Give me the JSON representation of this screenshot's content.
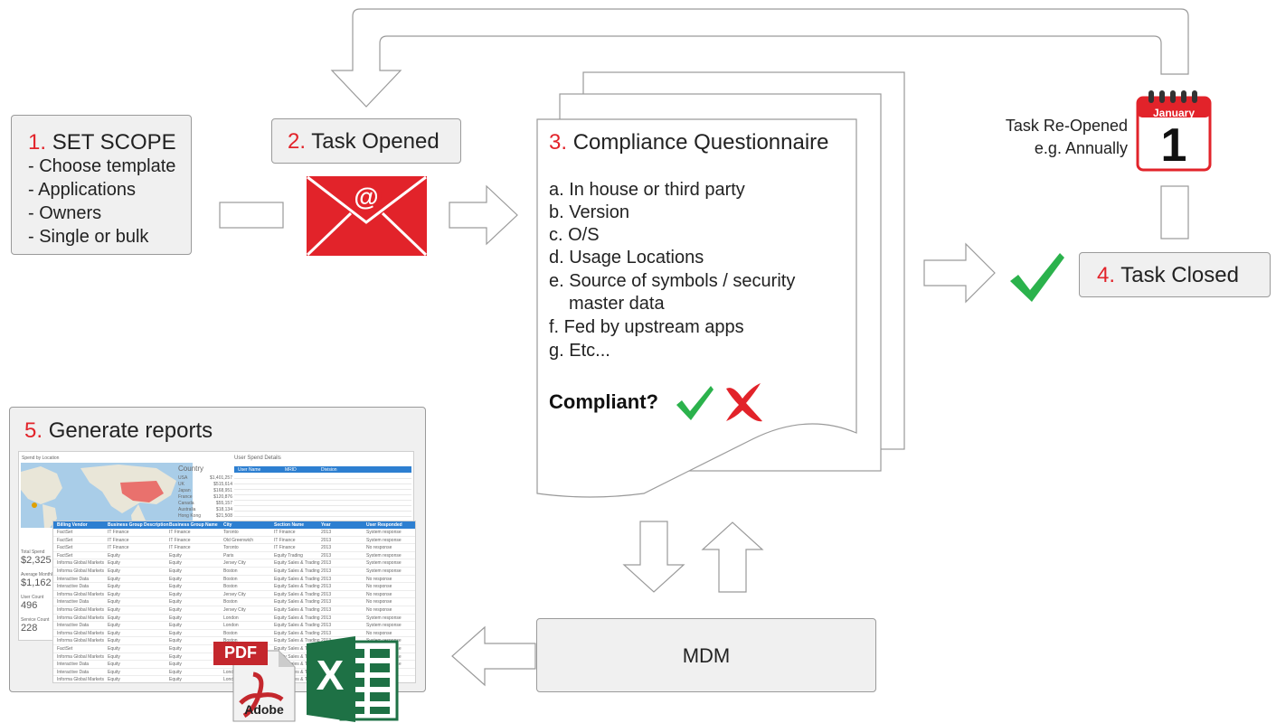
{
  "colors": {
    "accent_red": "#e2232a",
    "check_green": "#2bb24c",
    "box_fill": "#f0f0f0",
    "box_border": "#9a9a9a",
    "excel_green": "#1e7145",
    "table_header_blue": "#2d7fd1"
  },
  "step1": {
    "number": "1.",
    "title": "SET SCOPE",
    "items": [
      "- Choose template",
      "- Applications",
      "- Owners",
      "- Single or bulk"
    ]
  },
  "step2": {
    "number": "2.",
    "title": "Task Opened",
    "icon": "envelope-at-icon"
  },
  "step3": {
    "number": "3.",
    "title": "Compliance Questionnaire",
    "items": [
      "a. In house or third party",
      "b. Version",
      "c. O/S",
      "d. Usage Locations",
      "e. Source of symbols / security",
      "master data",
      "f.  Fed by upstream apps",
      "g. Etc..."
    ],
    "compliant_label": "Compliant?",
    "icons": [
      "check-icon",
      "cross-icon"
    ]
  },
  "step4": {
    "number": "4.",
    "title": "Task Closed",
    "icon": "check-icon"
  },
  "reopen": {
    "line1": "Task Re-Opened",
    "line2": "e.g. Annually",
    "calendar_month": "January",
    "calendar_day": "1"
  },
  "step5": {
    "number": "5.",
    "title": "Generate reports",
    "dashboard": {
      "map_title": "Spend by Location",
      "country_header": "Country",
      "details_title": "User Spend Details",
      "countries": [
        "USA",
        "UK",
        "Japan",
        "France",
        "Canada",
        "Australia",
        "Hong Kong"
      ],
      "country_values": [
        "$1,401,257",
        "$515,614",
        "$168,951",
        "$120,876",
        "$55,157",
        "$18,134",
        "$21,508"
      ],
      "detail_headers": [
        "User Name",
        "MRID",
        "Division"
      ],
      "metrics": [
        {
          "label": "Total Spend",
          "value": "$2,325"
        },
        {
          "label": "Average Monthly S",
          "value": "$1,162"
        },
        {
          "label": "User Count",
          "value": "496"
        },
        {
          "label": "Service Count",
          "value": "228"
        }
      ]
    },
    "table": {
      "headers": [
        "Billing Vendor",
        "Business Group Description",
        "Business Group Name",
        "City",
        "Section Name",
        "Year",
        "User Responded"
      ],
      "rows": [
        [
          "FactSet",
          "IT Finance",
          "IT Finance",
          "Toronto",
          "IT Finance",
          "2013",
          "System response"
        ],
        [
          "FactSet",
          "IT Finance",
          "IT Finance",
          "Old Greenwich",
          "IT Finance",
          "2013",
          "System response"
        ],
        [
          "FactSet",
          "IT Finance",
          "IT Finance",
          "Toronto",
          "IT Finance",
          "2013",
          "No response"
        ],
        [
          "FactSet",
          "Equity",
          "Equity",
          "Paris",
          "Equity Trading",
          "2013",
          "System response"
        ],
        [
          "Informa Global Markets",
          "Equity",
          "Equity",
          "Jersey City",
          "Equity Sales & Trading",
          "2013",
          "System response"
        ],
        [
          "Informa Global Markets",
          "Equity",
          "Equity",
          "Boston",
          "Equity Sales & Trading",
          "2013",
          "System response"
        ],
        [
          "Interactive Data",
          "Equity",
          "Equity",
          "Boston",
          "Equity Sales & Trading",
          "2013",
          "No response"
        ],
        [
          "Interactive Data",
          "Equity",
          "Equity",
          "Boston",
          "Equity Sales & Trading",
          "2013",
          "No response"
        ],
        [
          "Informa Global Markets",
          "Equity",
          "Equity",
          "Jersey City",
          "Equity Sales & Trading",
          "2013",
          "No response"
        ],
        [
          "Interactive Data",
          "Equity",
          "Equity",
          "Boston",
          "Equity Sales & Trading",
          "2013",
          "No response"
        ],
        [
          "Informa Global Markets",
          "Equity",
          "Equity",
          "Jersey City",
          "Equity Sales & Trading",
          "2013",
          "No response"
        ],
        [
          "Informa Global Markets",
          "Equity",
          "Equity",
          "London",
          "Equity Sales & Trading",
          "2013",
          "System response"
        ],
        [
          "Interactive Data",
          "Equity",
          "Equity",
          "London",
          "Equity Sales & Trading",
          "2013",
          "System response"
        ],
        [
          "Informa Global Markets",
          "Equity",
          "Equity",
          "Boston",
          "Equity Sales & Trading",
          "2013",
          "No response"
        ],
        [
          "Informa Global Markets",
          "Equity",
          "Equity",
          "Boston",
          "Equity Sales & Trading",
          "2013",
          "System response"
        ],
        [
          "FactSet",
          "Equity",
          "Equity",
          "Boston",
          "Equity Sales & Trading",
          "2013",
          "System response"
        ],
        [
          "Informa Global Markets",
          "Equity",
          "Equity",
          "London",
          "Equity Sales & Trading",
          "2013",
          "System response"
        ],
        [
          "Interactive Data",
          "Equity",
          "Equity",
          "London",
          "Equity Sales & Trading",
          "2013",
          "System response"
        ],
        [
          "Interactive Data",
          "Equity",
          "Equity",
          "London",
          "Equity Sales & Trading",
          "2013",
          "No response"
        ],
        [
          "Informa Global Markets",
          "Equity",
          "Equity",
          "London",
          "Equity Sales & Trading",
          "2013",
          "No response"
        ],
        [
          "Informa Global Markets",
          "Equity",
          "Equity",
          "London",
          "Equity Sales & Trading",
          "2013",
          "System response"
        ],
        [
          "Interactive Data",
          "Equity",
          "Equity",
          "London",
          "Equity Sales & Trading",
          "2013",
          "System response"
        ]
      ]
    },
    "pdf_label": "PDF",
    "adobe_label": "Adobe",
    "excel_letter": "X"
  },
  "mdm": {
    "label": "MDM"
  }
}
